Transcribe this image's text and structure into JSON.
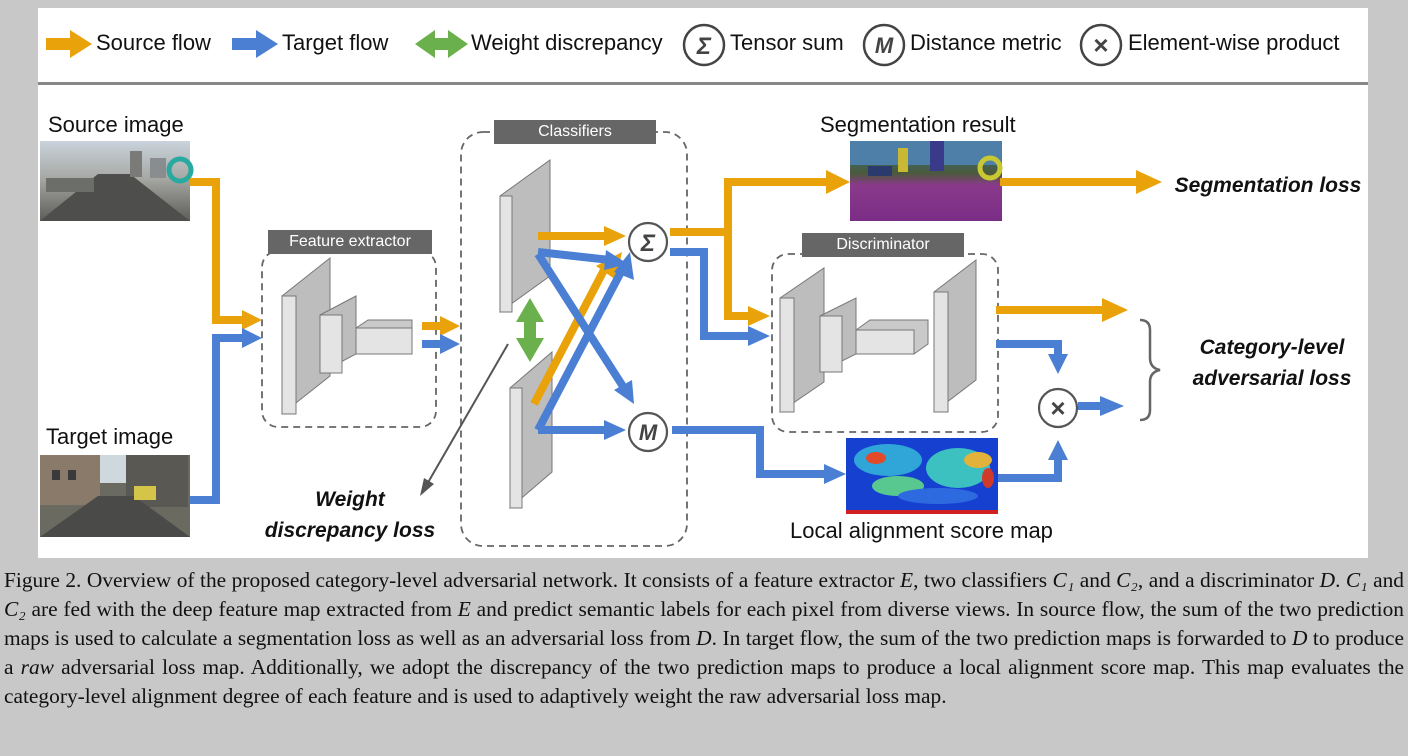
{
  "legend": {
    "source_flow": "Source flow",
    "target_flow": "Target flow",
    "weight_discrepancy": "Weight discrepancy",
    "tensor_sum_symbol": "Σ",
    "tensor_sum": "Tensor sum",
    "distance_metric_symbol": "M",
    "distance_metric": "Distance metric",
    "element_product_symbol": "×",
    "element_product": "Element-wise product"
  },
  "labels": {
    "source_image": "Source image",
    "target_image": "Target image",
    "feature_extractor": "Feature extractor",
    "classifiers": "Classifiers",
    "discriminator": "Discriminator",
    "segmentation_result": "Segmentation result",
    "segmentation_loss": "Segmentation loss",
    "category_loss_line1": "Category-level",
    "category_loss_line2": "adversarial loss",
    "weight_loss_line1": "Weight",
    "weight_loss_line2": "discrepancy loss",
    "score_map": "Local alignment score map"
  },
  "colors": {
    "source": "#eaa20a",
    "target": "#4a7fd4",
    "discrepancy": "#6ab04c",
    "block": "#d9d9d9"
  },
  "caption": {
    "p1": "Figure 2. Overview of the proposed category-level adversarial network. It consists of a feature extractor ",
    "E1": "E",
    "p2": ", two classifiers ",
    "C1a": "C₁",
    "p3": " and ",
    "C2a": "C₂",
    "p4": ", and a discriminator ",
    "D1": "D",
    "p5": ". ",
    "C1b": "C₁",
    "p6": " and ",
    "C2b": "C₂",
    "p7": " are fed with the deep feature map extracted from ",
    "E2": "E",
    "p8": " and predict semantic labels for each pixel from diverse views. In source flow, the sum of the two prediction maps is used to calculate a segmentation loss as well as an adversarial loss from ",
    "D2": "D",
    "p9": ". In target flow, the sum of the two prediction maps is forwarded to ",
    "D3": "D",
    "p10": " to produce a ",
    "raw": "raw",
    "p11": " adversarial loss map. Additionally, we adopt the discrepancy of the two prediction maps to produce a local alignment score map. This map evaluates the category-level alignment degree of each feature and is used to adaptively weight the raw adversarial loss map."
  }
}
